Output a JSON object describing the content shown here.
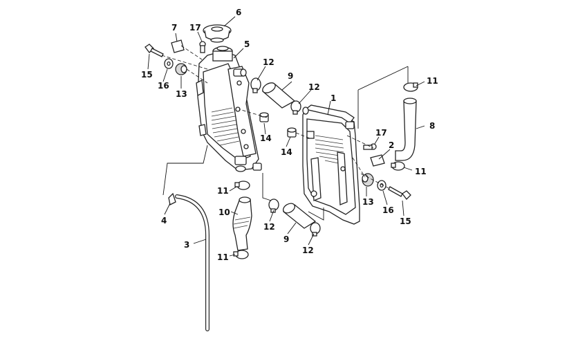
{
  "colors": {
    "line": "#222222",
    "background": "#ffffff",
    "rubber": "#d9d9d9"
  },
  "callouts": [
    {
      "id": "c1",
      "text": "1"
    },
    {
      "id": "c2",
      "text": "2"
    },
    {
      "id": "c3",
      "text": "3"
    },
    {
      "id": "c4",
      "text": "4"
    },
    {
      "id": "c5",
      "text": "5"
    },
    {
      "id": "c6",
      "text": "6"
    },
    {
      "id": "c7",
      "text": "7"
    },
    {
      "id": "c8",
      "text": "8"
    },
    {
      "id": "c9a",
      "text": "9"
    },
    {
      "id": "c9b",
      "text": "9"
    },
    {
      "id": "c10",
      "text": "10"
    },
    {
      "id": "c11a",
      "text": "11"
    },
    {
      "id": "c11b",
      "text": "11"
    },
    {
      "id": "c11c",
      "text": "11"
    },
    {
      "id": "c11d",
      "text": "11"
    },
    {
      "id": "c12a",
      "text": "12"
    },
    {
      "id": "c12b",
      "text": "12"
    },
    {
      "id": "c12c",
      "text": "12"
    },
    {
      "id": "c12d",
      "text": "12"
    },
    {
      "id": "c13a",
      "text": "13"
    },
    {
      "id": "c13b",
      "text": "13"
    },
    {
      "id": "c14a",
      "text": "14"
    },
    {
      "id": "c14b",
      "text": "14"
    },
    {
      "id": "c15a",
      "text": "15"
    },
    {
      "id": "c15b",
      "text": "15"
    },
    {
      "id": "c16a",
      "text": "16"
    },
    {
      "id": "c16b",
      "text": "16"
    },
    {
      "id": "c17a",
      "text": "17"
    },
    {
      "id": "c17b",
      "text": "17"
    }
  ]
}
